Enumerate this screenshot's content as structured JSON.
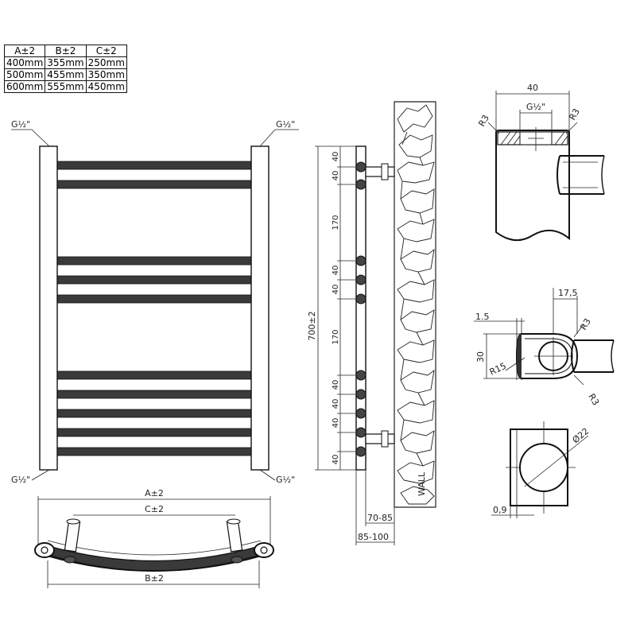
{
  "spec_table": {
    "headers": [
      "A±2",
      "B±2",
      "C±2"
    ],
    "rows": [
      [
        "400mm",
        "355mm",
        "250mm"
      ],
      [
        "500mm",
        "455mm",
        "350mm"
      ],
      [
        "600mm",
        "555mm",
        "450mm"
      ]
    ]
  },
  "front_view": {
    "thread_top_left": "G½\"",
    "thread_top_right": "G½\"",
    "thread_bottom_left": "G½\"",
    "thread_bottom_right": "G½\""
  },
  "side_view": {
    "overall_height": "700±2",
    "pitch_segments": [
      "40",
      "40",
      "170",
      "40",
      "40",
      "170",
      "40",
      "40",
      "40",
      "40"
    ],
    "wall_label": "WALL",
    "depth_inner": "70-85",
    "depth_outer": "85-100"
  },
  "top_view": {
    "width_a": "A±2",
    "width_c": "C±2",
    "width_b": "B±2"
  },
  "detail_top": {
    "width": "40",
    "thread": "G½\"",
    "radius_left": "R3",
    "radius_right": "R3"
  },
  "detail_mid": {
    "dim_17_5": "17,5",
    "dim_1_5": "1.5",
    "dim_30": "30",
    "radius_r15": "R15",
    "radius_r3_top": "R3",
    "radius_r3_bottom": "R3"
  },
  "detail_bottom": {
    "diameter": "Ø22",
    "wall": "0,9"
  }
}
